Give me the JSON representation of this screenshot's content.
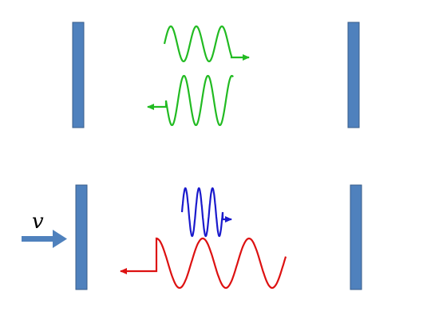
{
  "labels": {
    "velocity": "v"
  },
  "colors": {
    "mirror_fill": "#4f81bd",
    "mirror_stroke": "#385d8a",
    "wave_green": "#22bb22",
    "wave_blue": "#1a1acc",
    "wave_red": "#dd1111",
    "velocity_arrow": "#4f81bd"
  },
  "icons": {
    "mirror": "rectangle-bar",
    "velocity_arrow": "arrow-right",
    "wave": "sine-wave-with-arrow"
  }
}
